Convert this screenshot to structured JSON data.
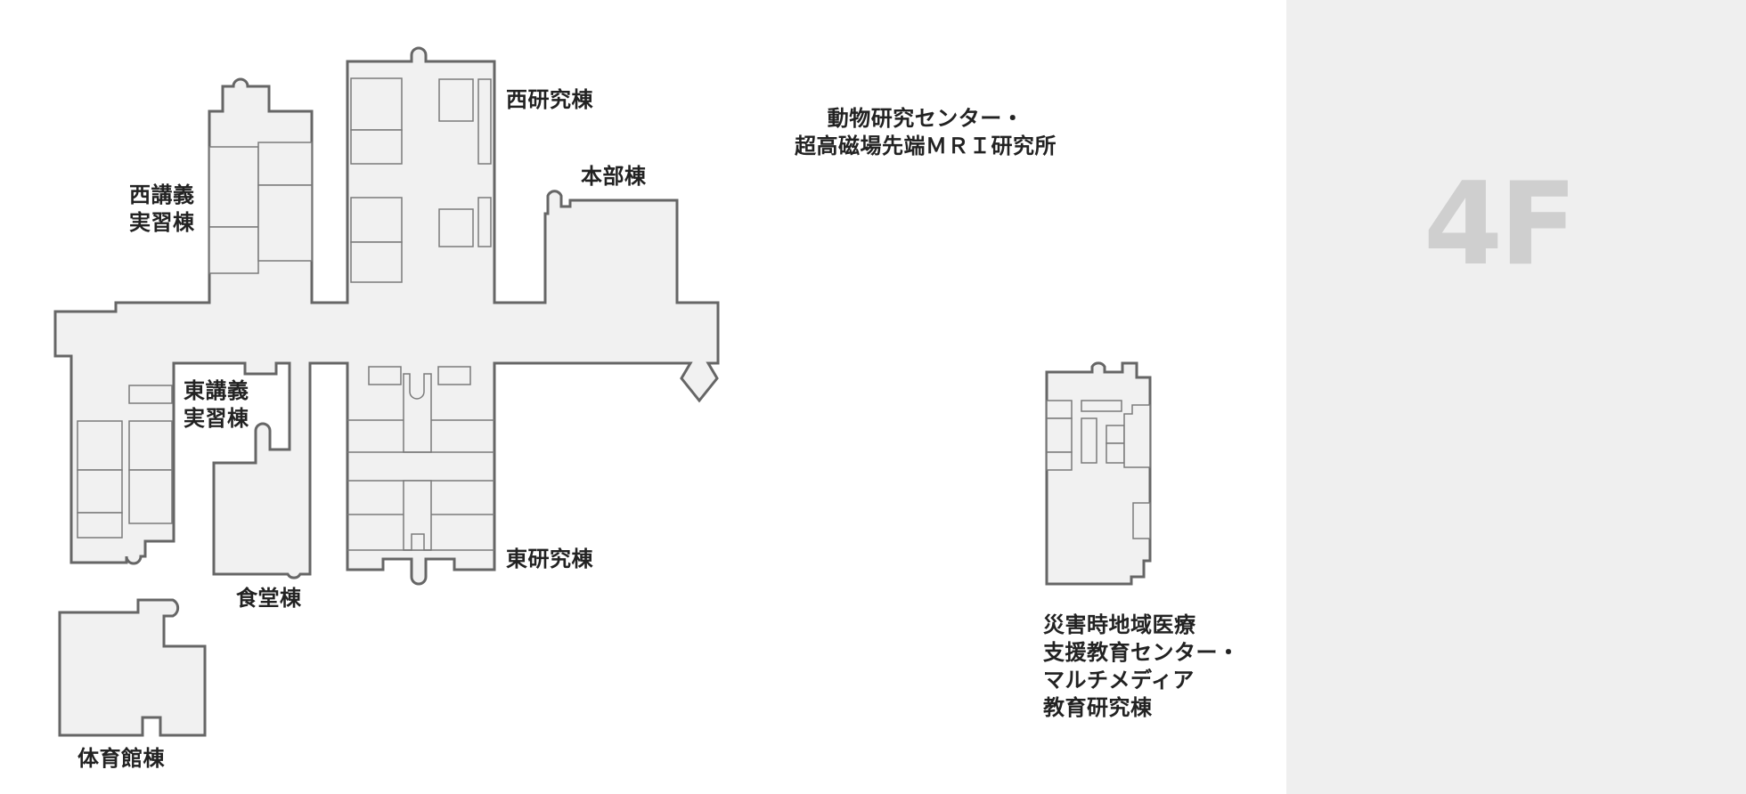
{
  "floor_indicator": {
    "label": "4F",
    "color": "#cfcfcf"
  },
  "colors": {
    "building_fill": "#f1f1f1",
    "building_outline": "#666666",
    "panel_background": "#efefef",
    "label_text": "#222222"
  },
  "buildings": {
    "west_research": {
      "name": "西研究棟"
    },
    "west_lecture": {
      "name": "西講義\n実習棟"
    },
    "headquarters": {
      "name": "本部棟"
    },
    "east_lecture": {
      "name": "東講義\n実習棟"
    },
    "cafeteria": {
      "name": "食堂棟"
    },
    "east_research": {
      "name": "東研究棟"
    },
    "gymnasium": {
      "name": "体育館棟"
    },
    "animal_research_mri": {
      "name": "動物研究センター・\n超高磁場先端ＭＲＩ研究所"
    },
    "disaster_medical": {
      "name": "災害時地域医療\n支援教育センター・\nマルチメディア\n教育研究棟"
    }
  }
}
